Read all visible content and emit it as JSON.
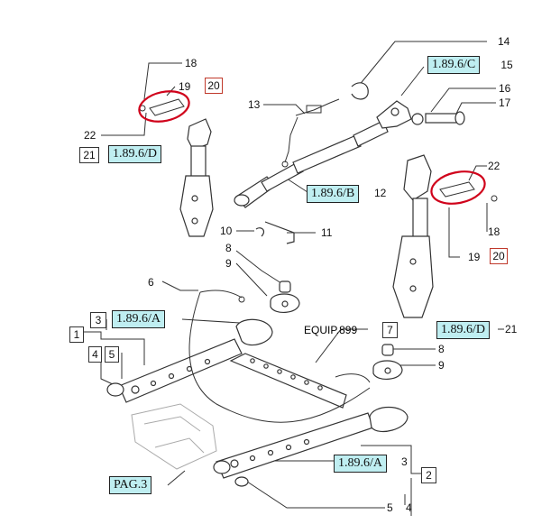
{
  "part_numbers": {
    "p1": "1",
    "p2": "2",
    "p3a": "3",
    "p3b": "3",
    "p4a": "4",
    "p4b": "4",
    "p5a": "5",
    "p5b": "5",
    "p6": "6",
    "p7": "7",
    "p8a": "8",
    "p8b": "8",
    "p9a": "9",
    "p9b": "9",
    "p10": "10",
    "p11": "11",
    "p12": "12",
    "p13": "13",
    "p14": "14",
    "p15": "15",
    "p16": "16",
    "p17": "17",
    "p18a": "18",
    "p18b": "18",
    "p19a": "19",
    "p19b": "19",
    "p20a": "20",
    "p20b": "20",
    "p21a": "21",
    "p21b": "21",
    "p22a": "22",
    "p22b": "22"
  },
  "references": {
    "ref_c": "1.89.6/C",
    "ref_d_left": "1.89.6/D",
    "ref_b": "1.89.6/B",
    "ref_d_right": "1.89.6/D",
    "ref_a_top": "1.89.6/A",
    "ref_a_bottom": "1.89.6/A",
    "pag": "PAG.3"
  },
  "equipment_code": "EQUIP.899",
  "colors": {
    "highlight": "#bfeef1",
    "circle": "#d0021b",
    "line": "#222222",
    "part_stroke": "#333333"
  }
}
